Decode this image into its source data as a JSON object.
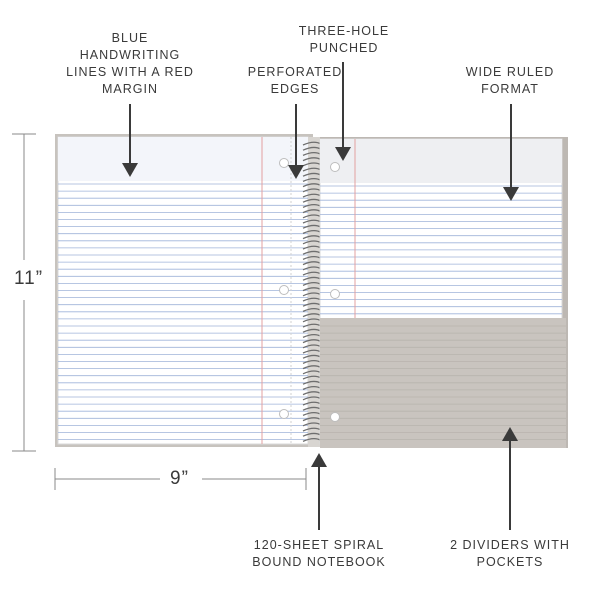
{
  "callouts": {
    "blue_lines": "BLUE\nHANDWRITING\nLINES WITH A RED\nMARGIN",
    "perforated": "PERFORATED\nEDGES",
    "three_hole": "THREE-HOLE\nPUNCHED",
    "wide_ruled": "WIDE RULED\nFORMAT",
    "spiral": "120-SHEET SPIRAL\nBOUND NOTEBOOK",
    "dividers": "2 DIVIDERS WITH\nPOCKETS"
  },
  "dimensions": {
    "height": "11”",
    "width": "9”"
  },
  "colors": {
    "ruling_blue": "#9fb3d9",
    "margin_red": "#e3a0a0",
    "divider_gray": "#c9c4bf",
    "cover_gray": "#b9b4af",
    "arrow": "#3a3a3a",
    "dimension_line": "#8a8a8a"
  }
}
